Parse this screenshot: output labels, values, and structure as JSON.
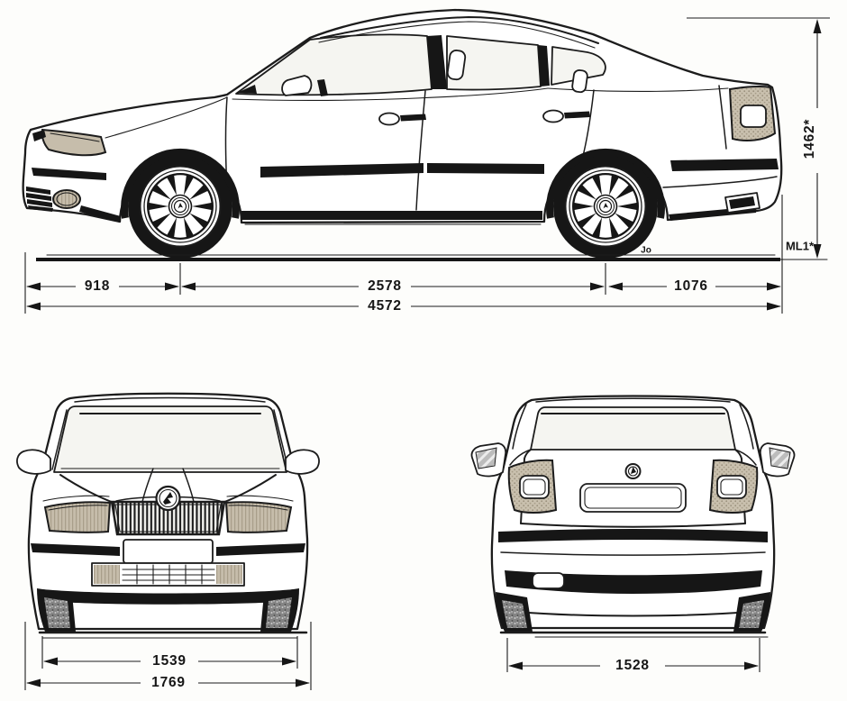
{
  "document": {
    "type": "car blueprint technical drawing",
    "background": "#fdfdfb",
    "line_color": "#1c1c1c",
    "shade_color": "#c6bdab"
  },
  "side_view": {
    "dims": {
      "front_overhang": "918",
      "wheelbase": "2578",
      "rear_overhang": "1076",
      "overall_length": "4572",
      "overall_height": "1462*",
      "ground_line_label": "ML1*",
      "signature": "Jo"
    }
  },
  "front_view": {
    "dims": {
      "front_track": "1539",
      "overall_width": "1769"
    }
  },
  "rear_view": {
    "dims": {
      "rear_track": "1528"
    }
  }
}
